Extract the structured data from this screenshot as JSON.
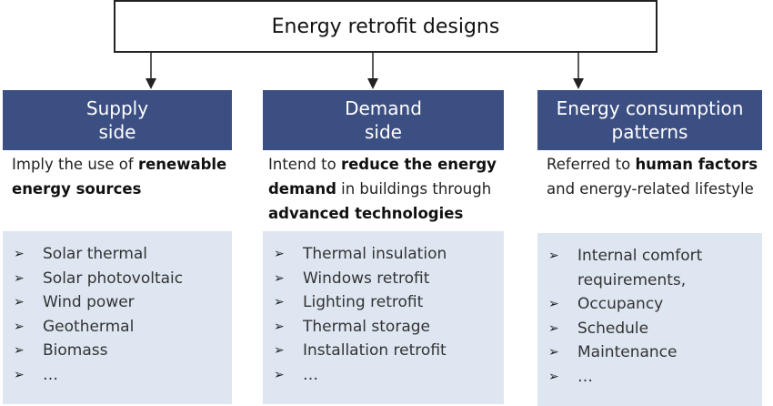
{
  "title": "Energy retrofit designs",
  "bullet_glyph": "➢",
  "colors": {
    "header_bg": "#3c4f83",
    "list_bg": "#dde6f1",
    "title_border": "#222222"
  },
  "columns": [
    {
      "header": [
        "Supply",
        "side"
      ],
      "description": [
        {
          "text": "Imply the use of ",
          "bold": false
        },
        {
          "text": "renewable energy sources",
          "bold": true
        }
      ],
      "items": [
        "Solar thermal",
        "Solar photovoltaic",
        "Wind power",
        "Geothermal",
        "Biomass",
        "…"
      ]
    },
    {
      "header": [
        "Demand",
        "side"
      ],
      "description": [
        {
          "text": "Intend to ",
          "bold": false
        },
        {
          "text": "reduce the energy demand",
          "bold": true
        },
        {
          "text": " in buildings through ",
          "bold": false
        },
        {
          "text": "advanced technologies",
          "bold": true
        }
      ],
      "items": [
        "Thermal insulation",
        "Windows retrofit",
        "Lighting retrofit",
        "Thermal storage",
        "Installation retrofit",
        "…"
      ]
    },
    {
      "header": [
        "Energy consumption",
        "patterns"
      ],
      "description": [
        {
          "text": "Referred to ",
          "bold": false
        },
        {
          "text": "human factors",
          "bold": true
        },
        {
          "text": " and energy-related lifestyle",
          "bold": false
        }
      ],
      "items": [
        "Internal comfort requirements,",
        "Occupancy",
        "Schedule",
        "Maintenance",
        "…"
      ]
    }
  ]
}
